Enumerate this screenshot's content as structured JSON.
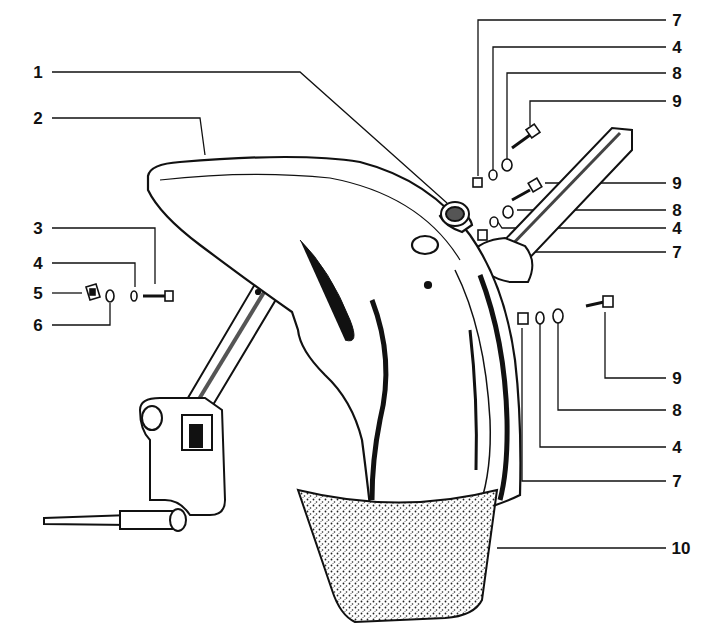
{
  "diagram": {
    "labels": [
      "1",
      "2",
      "3",
      "4",
      "5",
      "6",
      "7",
      "4",
      "8",
      "9",
      "9",
      "8",
      "4",
      "7",
      "9",
      "8",
      "4",
      "7",
      "10"
    ]
  }
}
